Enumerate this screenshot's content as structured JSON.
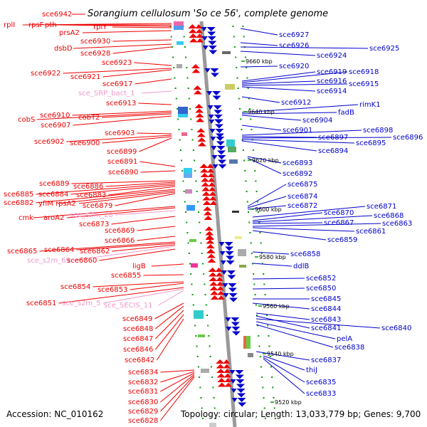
{
  "title": "Sorangium cellulosum 'So ce 56', complete genome",
  "title_tag": "sce6942",
  "accession": "Accession: NC_010162",
  "summary": "Topology: circular; Length: 13,033,779 bp; Genes: 9,700",
  "colors": {
    "left_gene": "#ee0000",
    "right_gene": "#0000cc",
    "rna_gene": "#ee99cc",
    "backbone": "#999999",
    "tick_dot": "#009900"
  },
  "scale_labels": [
    "9660 kbp",
    "9640 kbp",
    "9620 kbp",
    "9600 kbp",
    "9580 kbp",
    "9560 kbp",
    "9540 kbp",
    "9520 kbp"
  ],
  "left_labels": [
    "rplI",
    "rpsF",
    "pth",
    "rplY",
    "prsA2",
    "sce6930",
    "dsbD",
    "sce6928",
    "sce6923",
    "sce6922",
    "sce6921",
    "sce6917",
    "sce_SRP_bact_1",
    "sce6913",
    "sce6910",
    "cobS",
    "cobT2",
    "sce6907",
    "sce6903",
    "sce6902",
    "sce6900",
    "sce6899",
    "sce6891",
    "sce6890",
    "sce6889",
    "sce6886",
    "sce6885",
    "sce6884",
    "sce6883",
    "sce6882",
    "yfiM",
    "rpsA2",
    "sce6879",
    "cmk",
    "aroA2",
    "sce_s2m_28",
    "sce6873",
    "sce6869",
    "sce6866",
    "sce6865",
    "sce6864",
    "sce6862",
    "sce_s2m_69",
    "sce6860",
    "ligB",
    "sce6855",
    "sce6854",
    "sce6853",
    "sce6851",
    "sce_s2m_5",
    "sce_SECIS_11",
    "sce6849",
    "sce6848",
    "sce6847",
    "sce6846",
    "sce6842",
    "sce6834",
    "sce6832",
    "sce6831",
    "sce6830",
    "sce6829",
    "sce6828"
  ],
  "right_labels": [
    "sce6927",
    "sce6926",
    "sce6925",
    "sce6924",
    "sce6920",
    "sce6919",
    "sce6918",
    "sce6916",
    "sce6915",
    "sce6914",
    "sce6912",
    "rimK1",
    "fadB",
    "sce6904",
    "sce6901",
    "sce6898",
    "sce6897",
    "sce6896",
    "sce6895",
    "sce6894",
    "sce6893",
    "sce6892",
    "sce6875",
    "sce6874",
    "sce6872",
    "sce6871",
    "sce6870",
    "sce6868",
    "sce6867",
    "sce6863",
    "sce6861",
    "sce6859",
    "sce6858",
    "ddlB",
    "sce6852",
    "sce6850",
    "sce6845",
    "sce6844",
    "sce6843",
    "sce6841",
    "sce6840",
    "pelA",
    "sce6838",
    "sce6837",
    "thiJ",
    "sce6835",
    "sce6833"
  ]
}
